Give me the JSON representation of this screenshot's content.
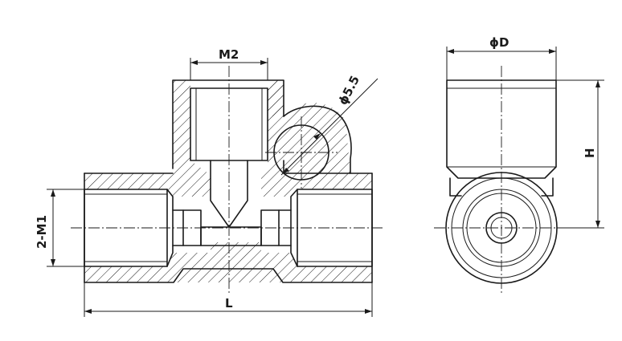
{
  "drawing": {
    "labels": {
      "m2": "M2",
      "dia": "ϕ5.5",
      "m1": "2-M1",
      "l": "L",
      "d": "ϕD",
      "h": "H"
    }
  }
}
